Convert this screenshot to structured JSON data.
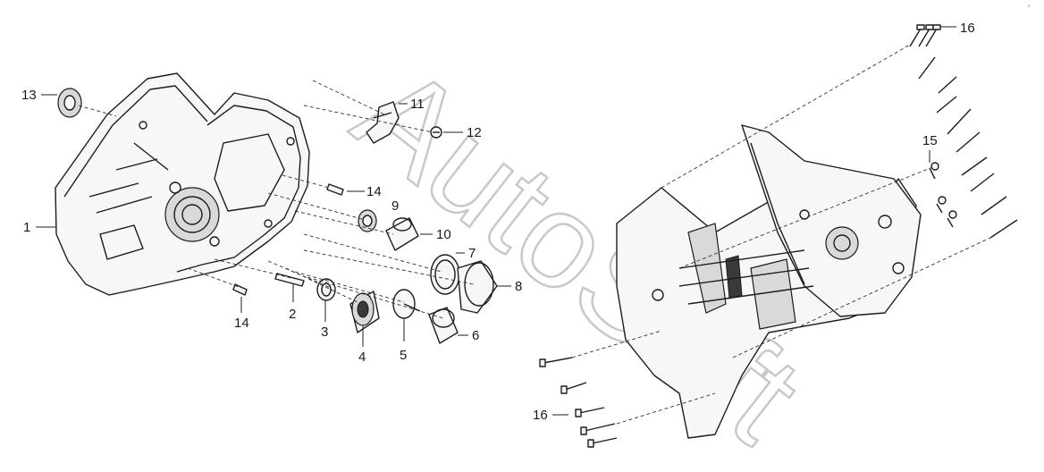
{
  "watermark": {
    "text": "AutoSoft"
  },
  "corner_mark": "a",
  "labels": {
    "l1": "1",
    "l2": "2",
    "l3": "3",
    "l4": "4",
    "l5": "5",
    "l6": "6",
    "l7": "7",
    "l8": "8",
    "l9": "9",
    "l10": "10",
    "l11": "11",
    "l12": "12",
    "l13": "13",
    "l14a": "14",
    "l14b": "14",
    "l15": "15",
    "l16a": "16",
    "l16b": "16"
  }
}
